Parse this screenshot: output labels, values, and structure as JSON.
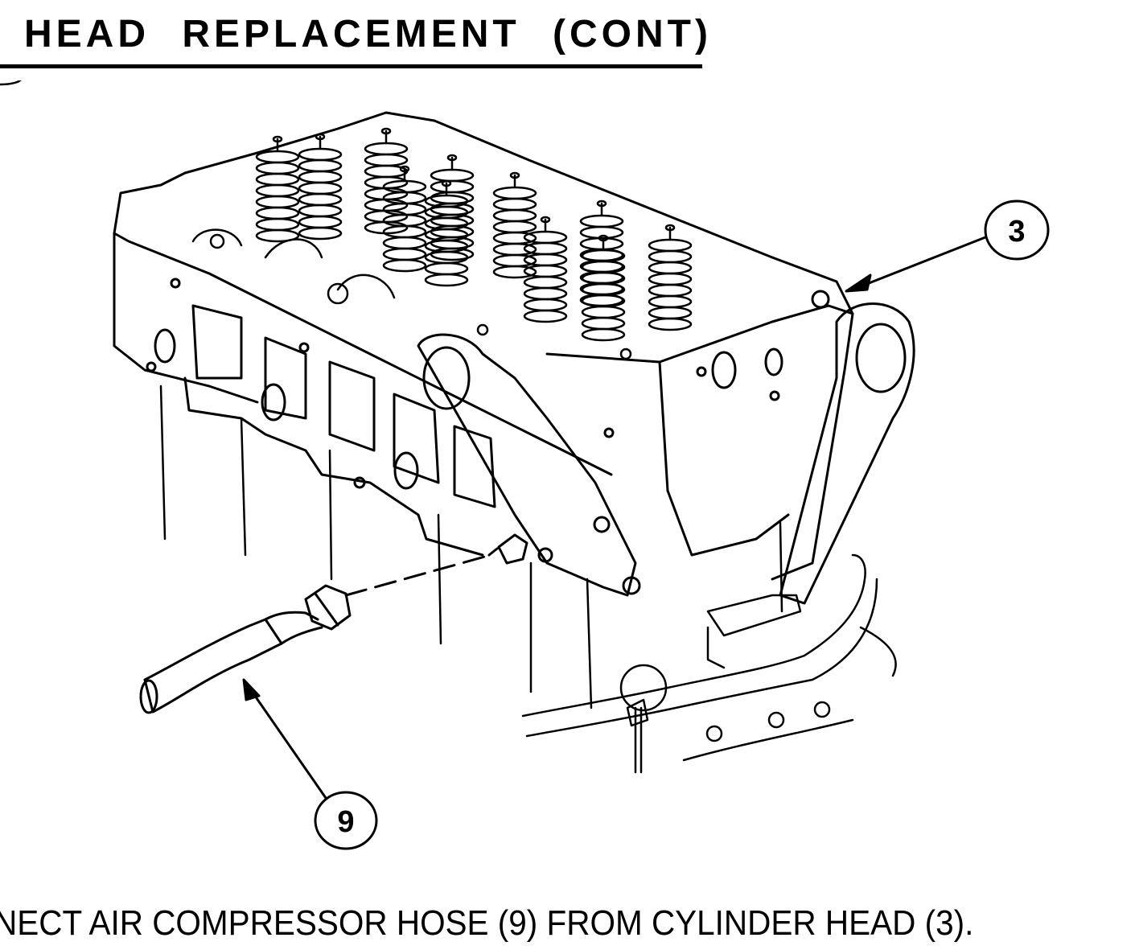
{
  "header": {
    "title": "HEAD REPLACEMENT (CONT)"
  },
  "illustration": {
    "callouts": [
      {
        "label": "3"
      },
      {
        "label": "9"
      }
    ]
  },
  "instruction": {
    "text": "NECT AIR COMPRESSOR HOSE (9) FROM CYLINDER  HEAD (3)."
  }
}
